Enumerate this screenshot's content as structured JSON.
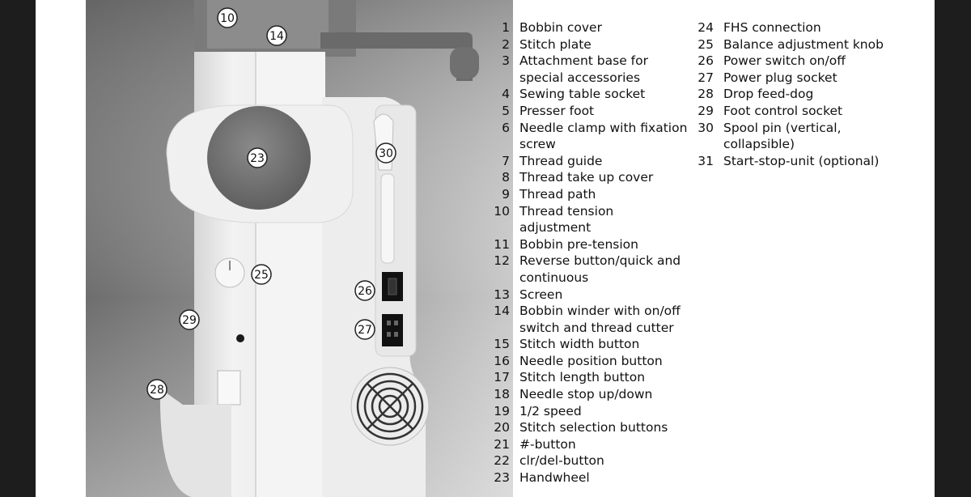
{
  "photo": {
    "callouts": [
      "10",
      "14",
      "23",
      "30",
      "25",
      "26",
      "27",
      "29",
      "28"
    ]
  },
  "legend": {
    "left": [
      {
        "num": "1",
        "text": "Bobbin cover"
      },
      {
        "num": "2",
        "text": "Stitch plate"
      },
      {
        "num": "3",
        "text": "Attachment base for special accessories"
      },
      {
        "num": "4",
        "text": "Sewing table socket"
      },
      {
        "num": "5",
        "text": "Presser foot"
      },
      {
        "num": "6",
        "text": "Needle clamp with fixation screw"
      },
      {
        "num": "7",
        "text": "Thread guide"
      },
      {
        "num": "8",
        "text": "Thread take up cover"
      },
      {
        "num": "9",
        "text": "Thread path"
      },
      {
        "num": "10",
        "text": "Thread tension adjustment"
      },
      {
        "num": "11",
        "text": "Bobbin pre-tension"
      },
      {
        "num": "12",
        "text": "Reverse button/quick and continuous"
      },
      {
        "num": "13",
        "text": "Screen"
      },
      {
        "num": "14",
        "text": "Bobbin winder with on/off switch and thread cutter"
      },
      {
        "num": "15",
        "text": "Stitch width button"
      },
      {
        "num": "16",
        "text": "Needle position button"
      },
      {
        "num": "17",
        "text": "Stitch length button"
      },
      {
        "num": "18",
        "text": "Needle stop up/down"
      },
      {
        "num": "19",
        "text": "1/2 speed"
      },
      {
        "num": "20",
        "text": "Stitch selection buttons"
      },
      {
        "num": "21",
        "text": "#-button"
      },
      {
        "num": "22",
        "text": "clr/del-button"
      },
      {
        "num": "23",
        "text": "Handwheel"
      }
    ],
    "right": [
      {
        "num": "24",
        "text": "FHS connection"
      },
      {
        "num": "25",
        "text": "Balance adjustment knob"
      },
      {
        "num": "26",
        "text": "Power switch on/off"
      },
      {
        "num": "27",
        "text": "Power plug socket"
      },
      {
        "num": "28",
        "text": "Drop feed-dog"
      },
      {
        "num": "29",
        "text": "Foot control socket"
      },
      {
        "num": "30",
        "text": "Spool pin (vertical, collapsible)"
      },
      {
        "num": "31",
        "text": "Start-stop-unit (optional)"
      }
    ]
  }
}
